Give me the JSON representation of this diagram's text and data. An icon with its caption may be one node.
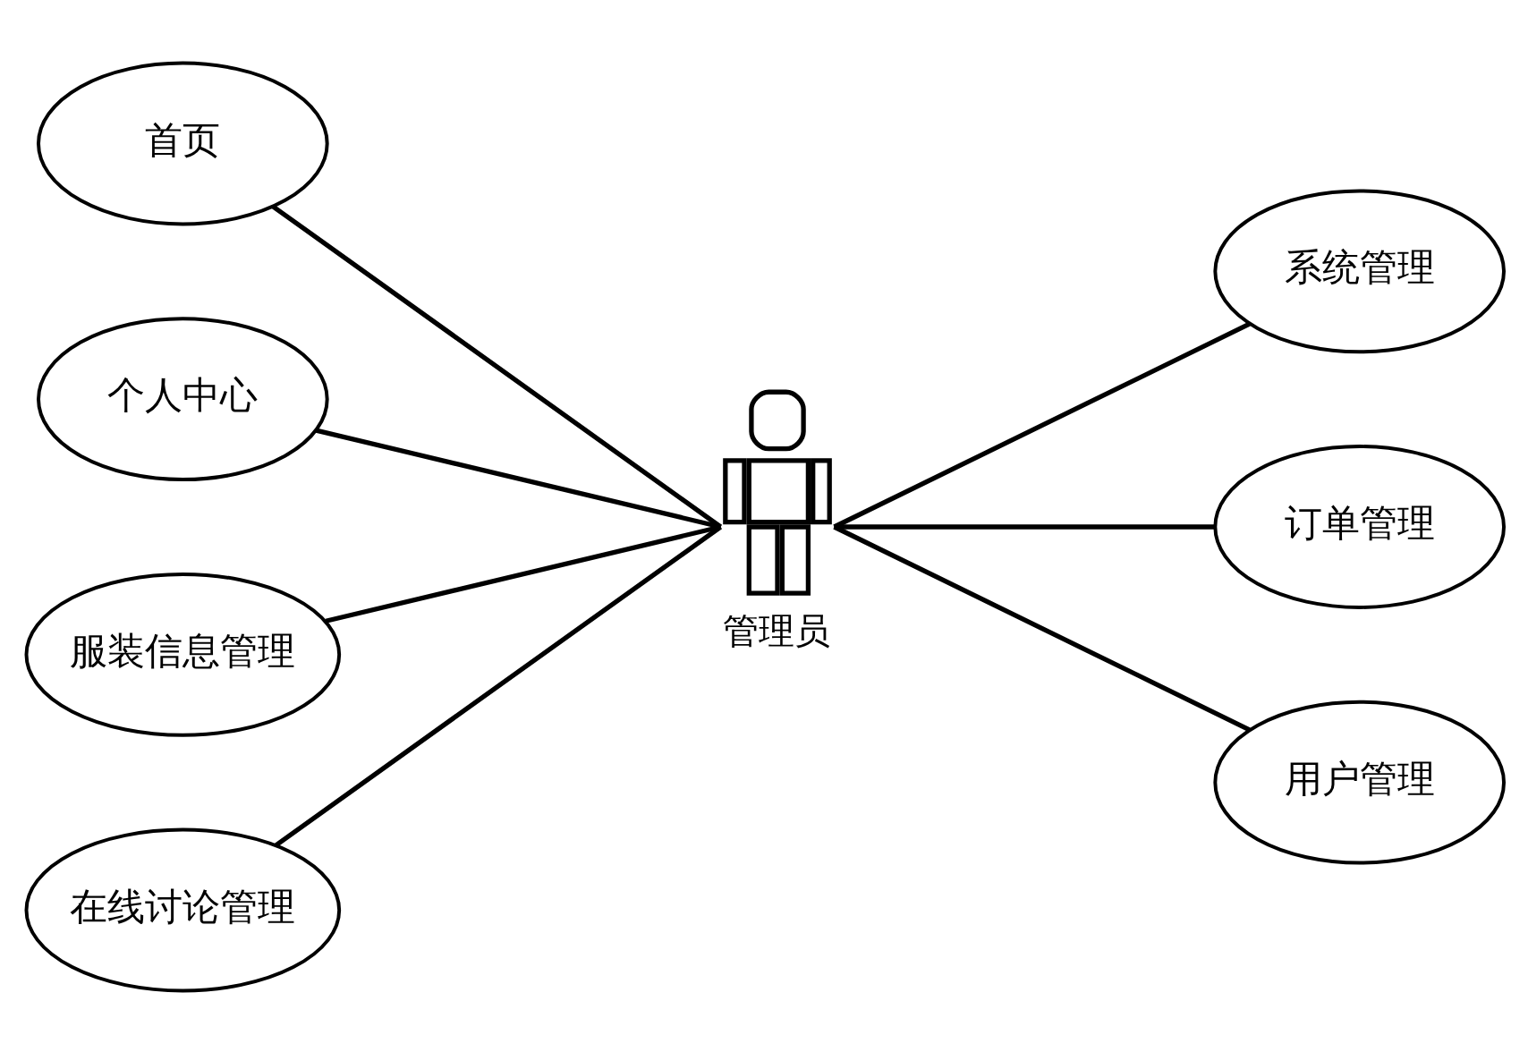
{
  "diagram": {
    "nodes": [
      {
        "text": [
          "首页"
        ]
      },
      {
        "text": [
          "个人中心"
        ]
      },
      {
        "text": [
          "服装信息管理"
        ]
      },
      {
        "text": [
          "在线讨论管理"
        ]
      },
      {
        "text": [
          "管理员"
        ]
      },
      {
        "text": [
          "系统管理"
        ]
      },
      {
        "text": [
          "订单管理"
        ]
      },
      {
        "text": [
          "用户管理"
        ]
      }
    ],
    "edges": [
      {
        "from": 0,
        "to": 4,
        "arrow": "none"
      },
      {
        "from": 1,
        "to": 4,
        "arrow": "none"
      },
      {
        "from": 2,
        "to": 4,
        "arrow": "none"
      },
      {
        "from": 3,
        "to": 4,
        "arrow": "none"
      },
      {
        "from": 4,
        "to": 5,
        "arrow": "none"
      },
      {
        "from": 4,
        "to": 6,
        "arrow": "none"
      },
      {
        "from": 4,
        "to": 7,
        "arrow": "none"
      }
    ]
  }
}
